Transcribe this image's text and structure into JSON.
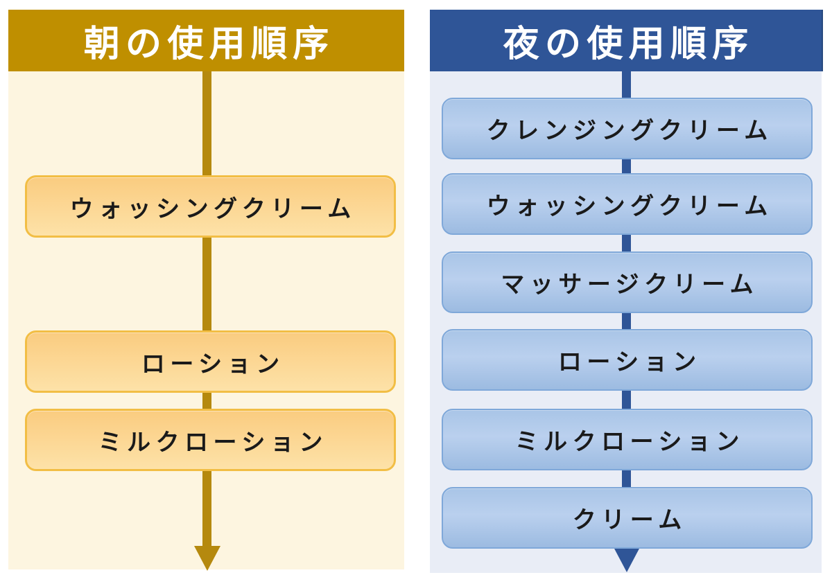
{
  "panels": {
    "morning": {
      "title": "朝の使用順序",
      "theme": {
        "header_bg": "#BF8F00",
        "header_text": "#FFFFFF",
        "panel_bg": "#FDF5E0",
        "box_border": "#F2BE45",
        "box_fill_top": "#FACC80",
        "box_fill_bottom": "#FDE2A8",
        "box_text": "#1A1A1A",
        "arrow": "#B5890E"
      },
      "items": [
        {
          "label": "ウォッシングクリーム"
        },
        {
          "label": "ローション"
        },
        {
          "label": "ミルクローション"
        }
      ]
    },
    "night": {
      "title": "夜の使用順序",
      "theme": {
        "header_bg": "#2F5597",
        "header_text": "#FFFFFF",
        "panel_bg": "#E9EDF6",
        "box_border": "#7FA8D9",
        "box_fill_top": "#A9C5E7",
        "box_fill_bottom": "#9CBBE1",
        "box_text": "#1A1A1A",
        "arrow": "#2F5597"
      },
      "items": [
        {
          "label": "クレンジングクリーム"
        },
        {
          "label": "ウォッシングクリーム"
        },
        {
          "label": "マッサージクリーム"
        },
        {
          "label": "ローション"
        },
        {
          "label": "ミルクローション"
        },
        {
          "label": "クリーム"
        }
      ]
    }
  }
}
